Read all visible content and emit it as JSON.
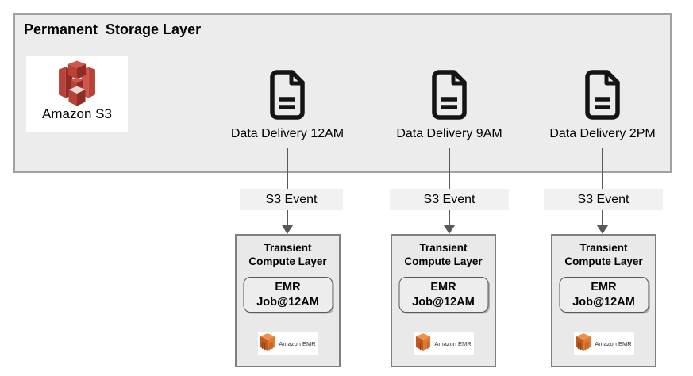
{
  "title": "Permanent  Storage Layer",
  "s3": {
    "label": "Amazon S3"
  },
  "columns": [
    {
      "delivery": "Data Delivery 12AM",
      "event": "S3 Event",
      "compute_line1": "Transient",
      "compute_line2": "Compute Layer",
      "job_line1": "EMR",
      "job_line2": "Job@12AM",
      "emr_label": "Amazon EMR"
    },
    {
      "delivery": "Data Delivery 9AM",
      "event": "S3 Event",
      "compute_line1": "Transient",
      "compute_line2": "Compute Layer",
      "job_line1": "EMR",
      "job_line2": "Job@12AM",
      "emr_label": "Amazon EMR"
    },
    {
      "delivery": "Data Delivery 2PM",
      "event": "S3 Event",
      "compute_line1": "Transient",
      "compute_line2": "Compute Layer",
      "job_line1": "EMR",
      "job_line2": "Job@12AM",
      "emr_label": "Amazon EMR"
    }
  ],
  "icons": {
    "s3": "amazon-s3-cube-icon",
    "document": "document-file-icon",
    "emr": "amazon-emr-cube-icon"
  },
  "colors": {
    "storage_box_bg": "#ececec",
    "storage_box_border": "#a1a1a1",
    "event_label_bg": "#f1f1f1",
    "compute_box_bg": "#e9e9e9",
    "compute_box_border": "#7f7f7f",
    "emr_pill_bg": "#ededed",
    "arrow": "#595959",
    "s3_red_medium": "#b84238",
    "s3_red_dark": "#8f2d25",
    "s3_red_light": "#d0564c",
    "s3_red_pale": "#ead6d3",
    "emr_orange_top": "#f09049",
    "emr_orange_left": "#bc5b20",
    "emr_orange_right": "#e07b33"
  }
}
